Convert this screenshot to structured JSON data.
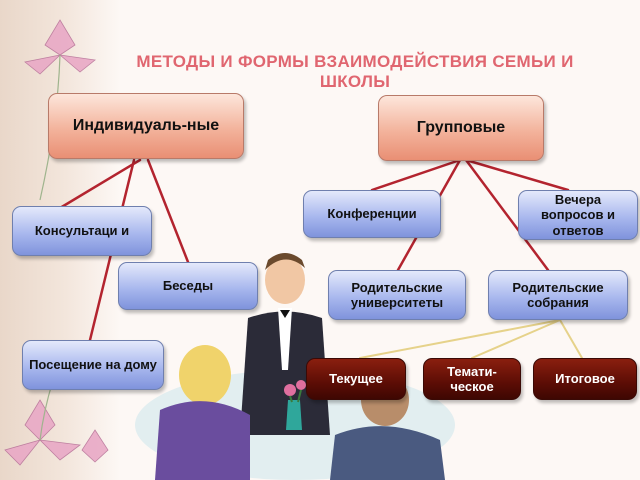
{
  "title": "МЕТОДЫ И ФОРМЫ ВЗАИМОДЕЙСТВИЯ СЕМЬИ И ШКОЛЫ",
  "nodes": {
    "individual": "Индивидуаль-ные",
    "group": "Групповые",
    "consultations": "Консультаци и",
    "conversations": "Беседы",
    "home_visit": "Посещение на дому",
    "conferences": "Конференции",
    "qa_evenings": "Вечера вопросов и ответов",
    "parent_universities": "Родительские университеты",
    "parent_meetings": "Родительские собрания",
    "current": "Текущее",
    "thematic": "Темати-ческое",
    "final": "Итоговое"
  },
  "colors": {
    "title": "#e06670",
    "connector": "#b3242f",
    "blue_box": "#8fa2e2",
    "salmon_box": "#f3b39c",
    "dark_box": "#5c0d05"
  }
}
